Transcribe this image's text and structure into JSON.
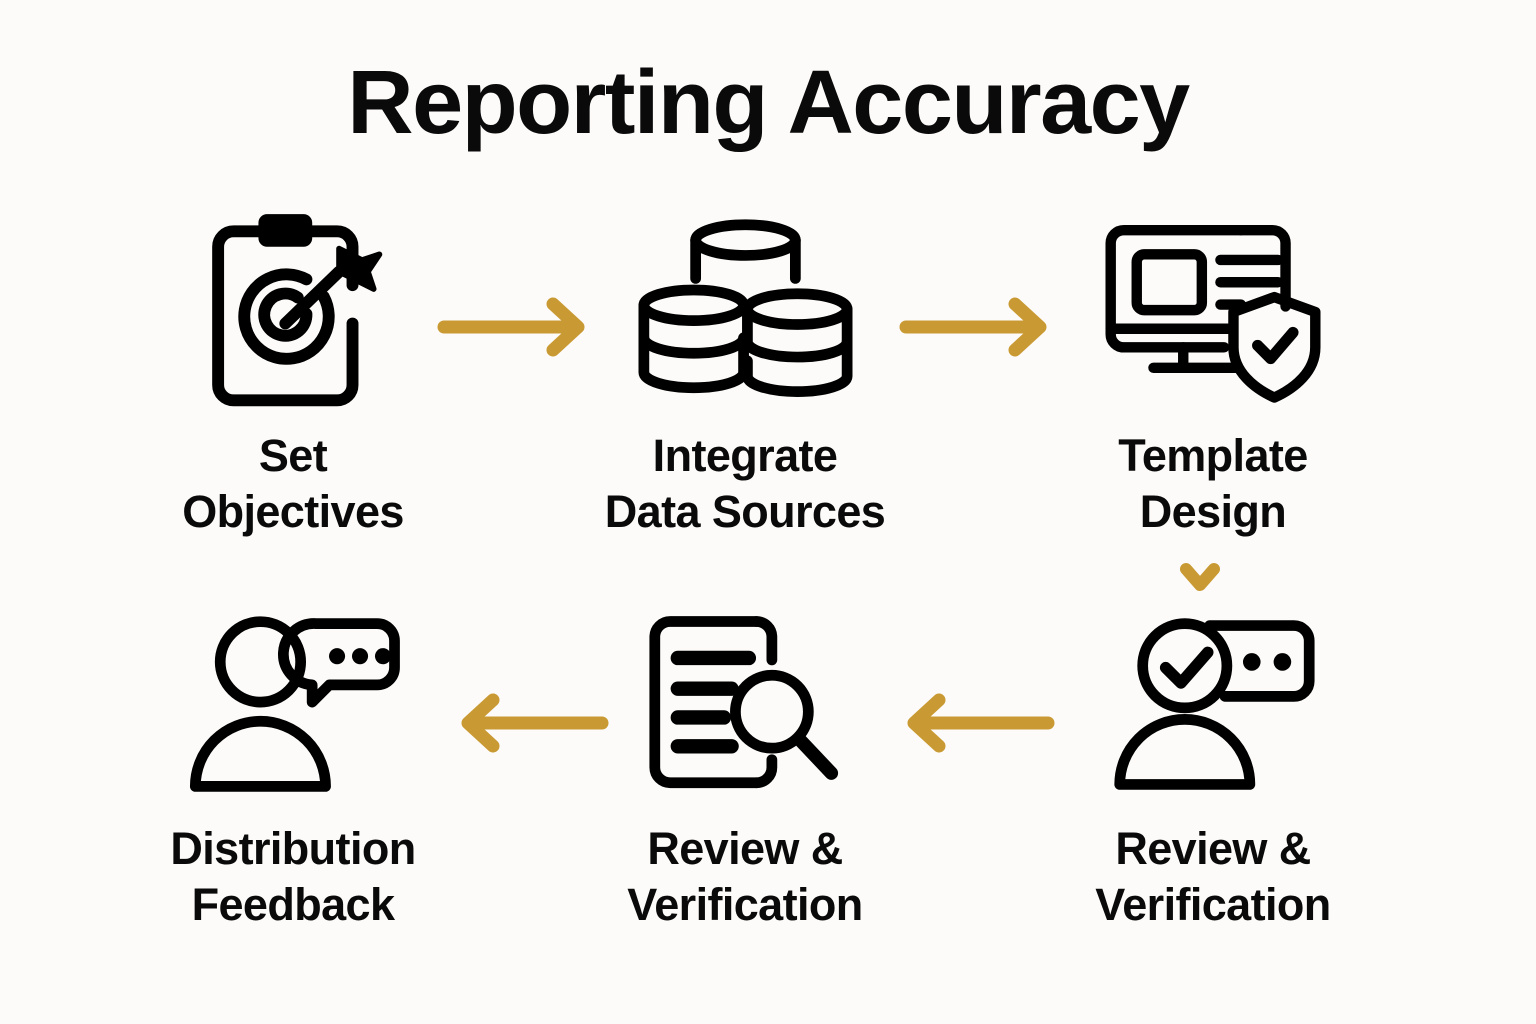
{
  "title": "Reporting Accuracy",
  "theme": {
    "background": "#FDFBF9",
    "text": "#0A0A0A",
    "accent": "#C99A33",
    "icon_stroke": "#000000"
  },
  "steps": [
    {
      "id": 1,
      "label": "Set\nObjectives",
      "icon": "clipboard-target-icon"
    },
    {
      "id": 2,
      "label": "Integrate\nData Sources",
      "icon": "database-stack-icon"
    },
    {
      "id": 3,
      "label": "Template\nDesign",
      "icon": "monitor-shield-check-icon"
    },
    {
      "id": 4,
      "label": "Review &\nVerification",
      "icon": "person-check-message-icon"
    },
    {
      "id": 5,
      "label": "Review &\nVerification",
      "icon": "document-magnifier-icon"
    },
    {
      "id": 6,
      "label": "Distribution\nFeedback",
      "icon": "person-speech-bubble-icon"
    }
  ],
  "connectors": [
    {
      "id": "arrow-1",
      "icon": "arrow-right-icon",
      "from": 1,
      "to": 2
    },
    {
      "id": "arrow-2",
      "icon": "arrow-right-icon",
      "from": 2,
      "to": 3
    },
    {
      "id": "arrow-down",
      "icon": "chevron-down-icon",
      "from": 3,
      "to": 4
    },
    {
      "id": "arrow-3",
      "icon": "arrow-left-icon",
      "from": 4,
      "to": 5
    },
    {
      "id": "arrow-4",
      "icon": "arrow-left-icon",
      "from": 5,
      "to": 6
    }
  ]
}
